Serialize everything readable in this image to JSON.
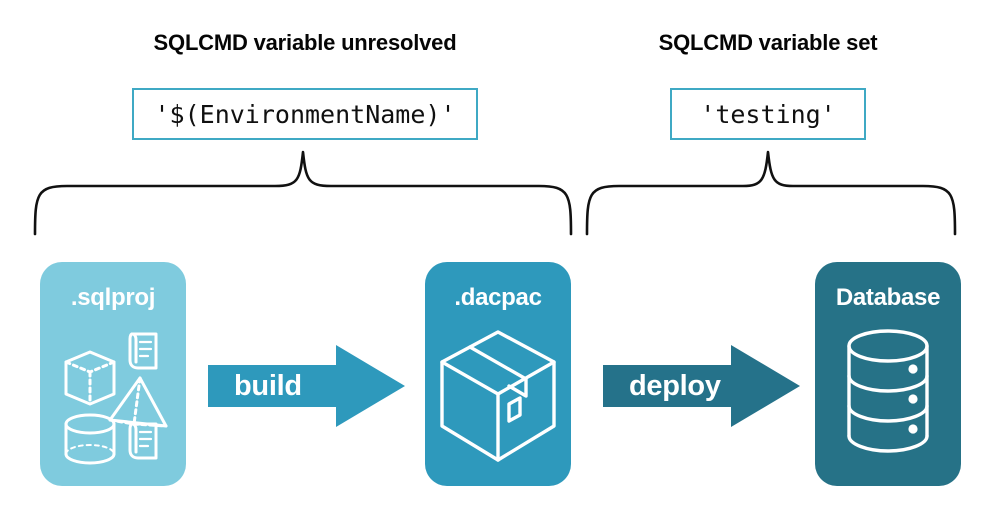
{
  "diagram": {
    "title_left": "SQLCMD variable unresolved",
    "title_right": "SQLCMD variable set",
    "code_left": "'$(EnvironmentName)'",
    "code_right": "'testing'",
    "stages": [
      {
        "label": ".sqlproj",
        "color": "#7FCBDE",
        "icon": "sql-project-objects-icon"
      },
      {
        "label": ".dacpac",
        "color": "#2E99BC",
        "icon": "package-box-icon"
      },
      {
        "label": "Database",
        "color": "#267287",
        "icon": "database-cylinder-icon"
      }
    ],
    "arrows": [
      {
        "label": "build",
        "color": "#2E99BC",
        "icon": "right-arrow-icon"
      },
      {
        "label": "deploy",
        "color": "#25728A",
        "icon": "right-arrow-icon"
      }
    ],
    "braces": [
      {
        "name": "brace-left",
        "icon": "curly-brace-icon"
      },
      {
        "name": "brace-right",
        "icon": "curly-brace-icon"
      }
    ],
    "colors": {
      "code_border": "#3FA9C4",
      "text": "#050505",
      "brace": "#111111",
      "background": "#ffffff"
    }
  }
}
